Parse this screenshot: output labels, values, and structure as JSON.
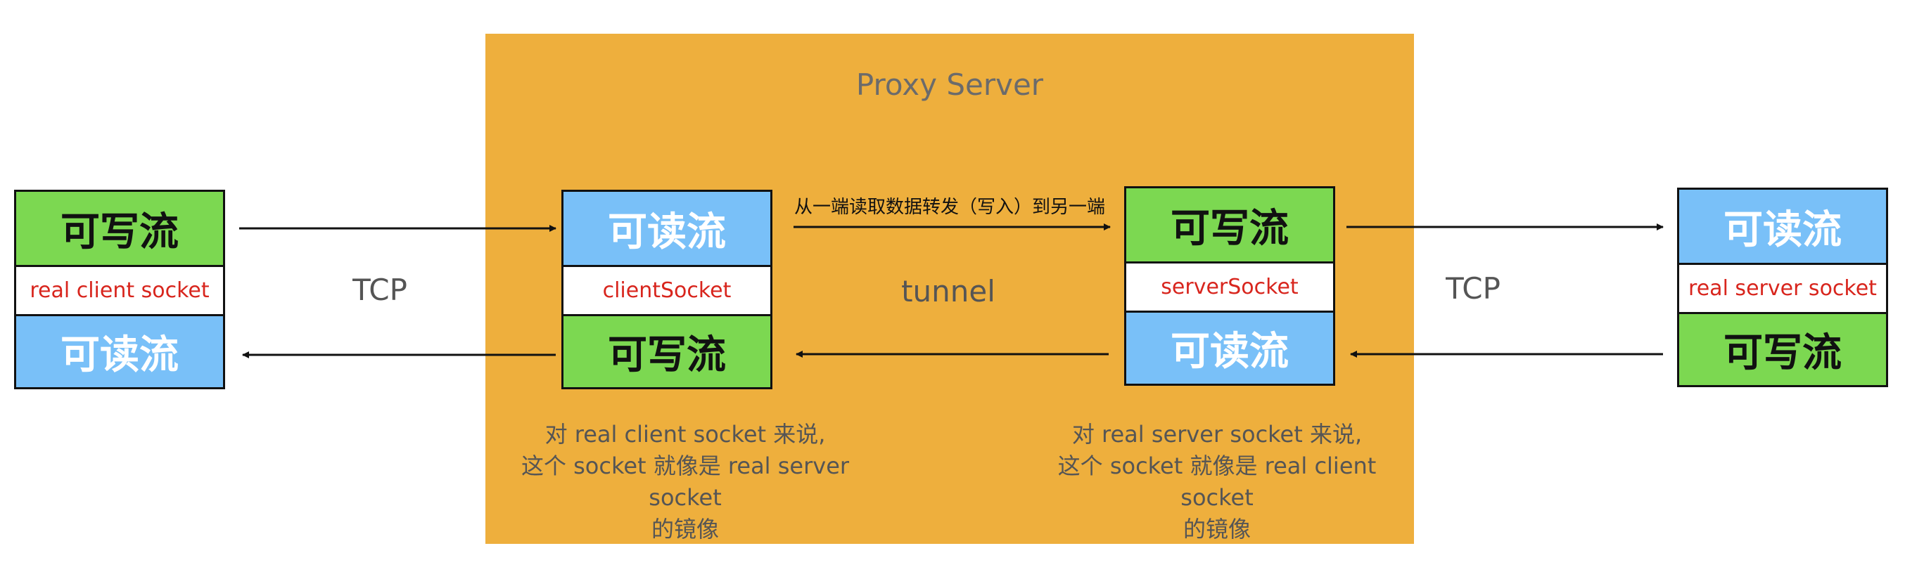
{
  "proxy": {
    "title": "Proxy Server",
    "tunnel_label": "tunnel",
    "transfer_label": "从一端读取数据转发（写入）到另一端",
    "client_note": [
      "对 real client socket 来说,",
      "这个 socket 就像是 real server socket",
      "的镜像"
    ],
    "server_note": [
      "对 real server socket 来说,",
      "这个 socket 就像是 real client socket",
      "的镜像"
    ]
  },
  "tcp": {
    "left": "TCP",
    "right": "TCP"
  },
  "sockets": {
    "real_client": {
      "top": "可写流",
      "name": "real client socket",
      "bottom": "可读流"
    },
    "client": {
      "top": "可读流",
      "name": "clientSocket",
      "bottom": "可写流"
    },
    "server": {
      "top": "可写流",
      "name": "serverSocket",
      "bottom": "可读流"
    },
    "real_server": {
      "top": "可读流",
      "name": "real server socket",
      "bottom": "可写流"
    }
  },
  "colors": {
    "proxy_bg": "#EEAF3D",
    "writable": "#7CD851",
    "readable": "#79C0F8",
    "socket_name": "#D8251D"
  }
}
